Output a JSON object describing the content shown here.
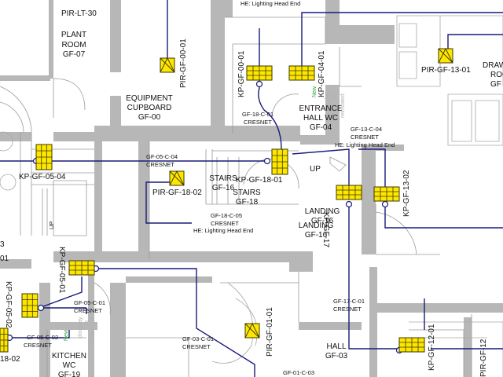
{
  "rooms": {
    "plant": [
      "PLANT",
      "ROOM",
      "GF-07"
    ],
    "equipment": [
      "EQUIPMENT",
      "CUPBOARD",
      "GF-00"
    ],
    "entrance": [
      "ENTRANCE",
      "HALL WC",
      "GF-04"
    ],
    "stairs16": [
      "STAIRS",
      "GF-16"
    ],
    "stairs18": [
      "STAIRS",
      "GF-18"
    ],
    "landing1": [
      "LANDING",
      "GF-16"
    ],
    "landing2": [
      "LANDING",
      "GF-16"
    ],
    "hall": [
      "HALL",
      "GF-03"
    ],
    "kitchen": [
      "KITCHEN",
      "WC",
      "GF-19"
    ],
    "draw": [
      "DRAW",
      "ROO",
      "GF"
    ]
  },
  "devices": {
    "pir_lt_30": "PIR-LT-30",
    "pir_gf_00_01": "PIR-GF-00-01",
    "pir_gf_13_01": "PIR-GF-13-01",
    "pir_gf_18_02": "PIR-GF-18-02",
    "pir_gf_01_01": "PIR-GF-01-01",
    "kp_gf_00_01": "KP-GF-00-01",
    "kp_gf_04_01": "KP-GF-04-01",
    "kp_gf_05_04": "KP-GF-05-04",
    "kp_gf_18_01": "KP-GF-18-01",
    "kp_gf_17": "KP-GF-17",
    "kp_gf_13_02": "KP-GF-13-02",
    "kp_gf_05_01": "KP-GF-05-01",
    "kp_gf_05_02": "KP-GF-05-02",
    "kp_gf_12_01": "KP-GF-12-01",
    "pir_gf_12": "PIR-GF-12",
    "kp_18_02": "18-02",
    "edge_3": "3",
    "edge_01": "01"
  },
  "circuits": {
    "c18": [
      "GF-18-C-01",
      "CRESNET"
    ],
    "c13": [
      "GF-13-C-04",
      "CRESNET"
    ],
    "c05c04": [
      "GF-05-C-04",
      "CRESNET"
    ],
    "c18c05": [
      "GF-18-C-05",
      "CRESNET"
    ],
    "c05c01": [
      "GF-05-C-01",
      "CRESNET"
    ],
    "c05c02": [
      "GF-05-C-02",
      "CRESNET"
    ],
    "c03c01": [
      "GF-03-C-01",
      "CRESNET"
    ],
    "c17c01": [
      "GF-17-C-01",
      "CRESNET"
    ],
    "c01c03": "GF-01-C-03"
  },
  "notes": {
    "he_top": "HE: Lighting Head End",
    "he_mid": "HE: Lighting Head End",
    "he_low": "HE: Lighting Head End",
    "up1": "UP",
    "up2": "UP",
    "new": "New",
    "new2": "New",
    "ghost_rel": [
      "be",
      "to",
      "reinstated"
    ],
    "ghost_door": [
      "doorway",
      "to",
      "CONSULT"
    ]
  },
  "colors": {
    "keypad": "#ffe600",
    "wire": "#1a1a7a",
    "wall": "#b7b7b7",
    "new_note": "#2fa12f"
  }
}
